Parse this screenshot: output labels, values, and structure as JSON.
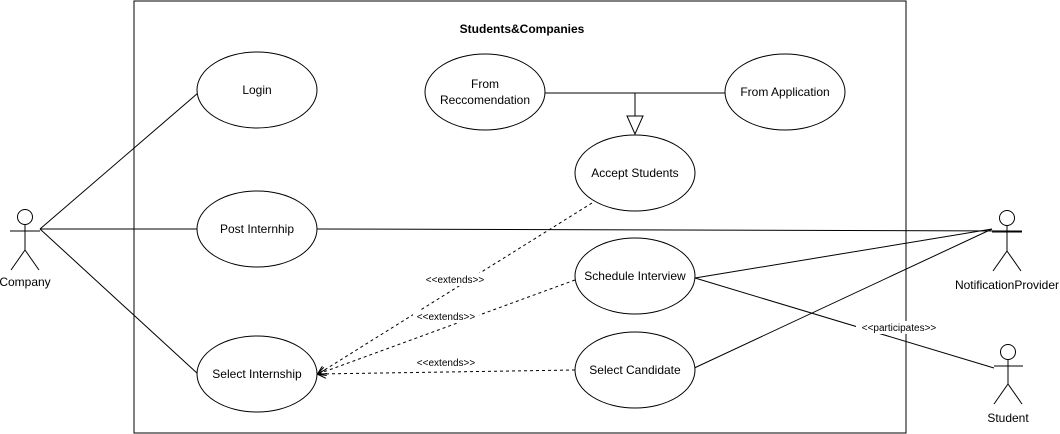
{
  "diagram": {
    "system_title": "Students&Companies",
    "actors": {
      "company": "Company",
      "notification_provider": "NotificationProvider",
      "student": "Student"
    },
    "use_cases": {
      "login": "Login",
      "post_internship": "Post Internhip",
      "select_internship": "Select Internship",
      "from_recommendation": [
        "From",
        "Reccomendation"
      ],
      "from_application": "From Application",
      "accept_students": "Accept Students",
      "schedule_interview": "Schedule Interview",
      "select_candidate": "Select Candidate"
    },
    "relationships": {
      "extends_1": "<<extends>>",
      "extends_2": "<<extends>>",
      "extends_3": "<<extends>>",
      "participates": "<<participates>>"
    }
  }
}
